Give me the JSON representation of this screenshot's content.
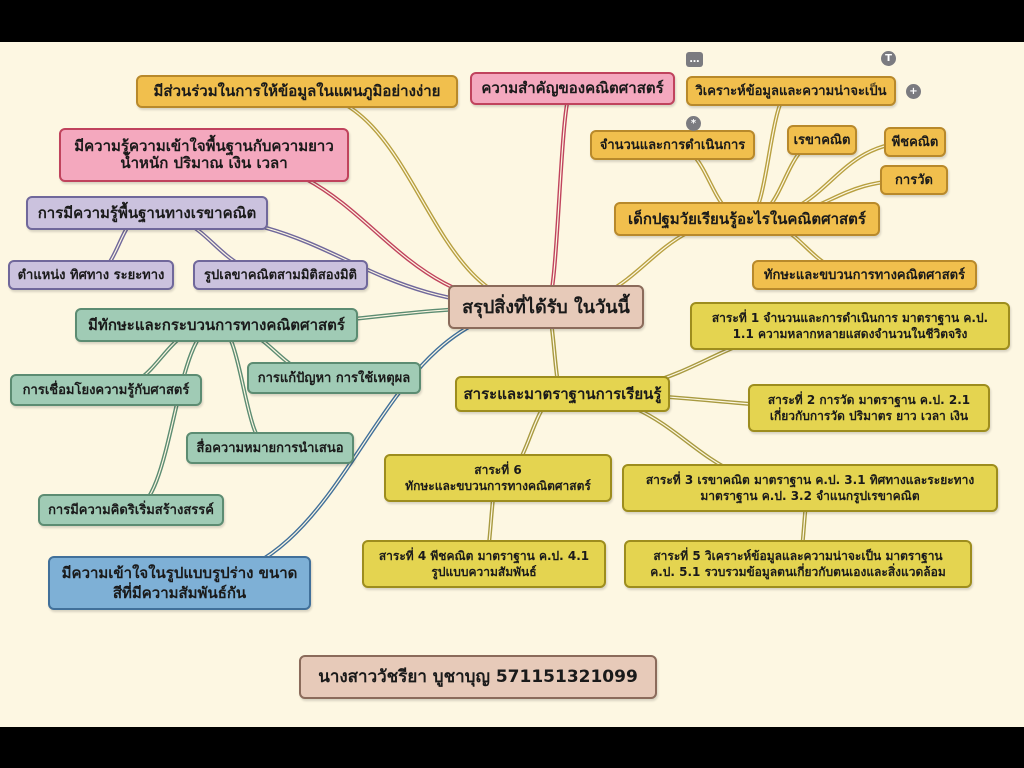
{
  "center": "สรุปสิ่งที่ได้รับ ในวันนี้",
  "author": "นางสาววัชรียา บูชาบุญ 571151321099",
  "branches": {
    "chart_participation": "มีส่วนร่วมในการให้ข้อมูลในแผนภูมิอย่างง่าย",
    "importance": "ความสำคัญของคณิตศาสตร์",
    "measurement_knowledge": "มีความรู้ความเข้าใจพื้นฐานกับความยาว\nน้ำหนัก ปริมาณ เงิน เวลา",
    "geometry_basics": {
      "label": "การมีความรู้พื้นฐานทางเรขาคณิต",
      "children": [
        "ตำแหน่ง ทิศทาง ระยะทาง",
        "รูปเลขาคณิตสามมิติสองมิติ"
      ]
    },
    "skills": {
      "label": "มีทักษะและกระบวนการทางคณิตศาสตร์",
      "children": [
        "การเชื่อมโยงความรู้กับศาสตร์",
        "การแก้ปัญหา การใช้เหตุผล",
        "สื่อความหมายการนำเสนอ",
        "การมีความคิดริเริ่มสร้างสรรค์"
      ]
    },
    "patterns": "มีความเข้าใจในรูปแบบรูปร่าง ขนาด\nสีที่มีความสัมพันธ์กัน",
    "early_childhood": {
      "label": "เด็กปฐมวัยเรียนรู้อะไรในคณิตศาสตร์",
      "children": [
        "จำนวนและการดำเนินการ",
        "วิเคราะห์ข้อมูลและความน่าจะเป็น",
        "เรขาคณิต",
        "พีชคณิต",
        "การวัด",
        "ทักษะและขบวนการทางคณิตศาสตร์"
      ]
    },
    "standards": {
      "label": "สาระและมาตราฐานการเรียนรู้",
      "children": [
        "สาระที่ 1 จำนวนและการดำเนินการ มาตราฐาน ค.ป.\n1.1 ความหลากหลายแสดงจำนวนในชีวิตจริง",
        "สาระที่ 2 การวัด มาตราฐาน ค.ป. 2.1\nเกี่ยวกับการวัด ปริมาตร ยาว เวลา เงิน",
        "สาระที่ 3 เรขาคณิต มาตราฐาน ค.ป. 3.1 ทิศทางและระยะทาง\nมาตราฐาน ค.ป. 3.2 จำแนกรูปเรขาคณิต",
        "สาระที่ 6\nทักษะและขบวนการทางคณิตศาสตร์",
        "สาระที่ 4 พีชคณิต มาตราฐาน ค.ป. 4.1\nรูปแบบความสัมพันธ์",
        "สาระที่ 5 วิเคราะห์ข้อมูลและความน่าจะเป็น มาตราฐาน\nค.ป. 5.1 รวบรวมข้อมูลตนเกี่ยวกับตนเองและสิ่งแวดล้อม"
      ]
    }
  },
  "toolbar_icons": {
    "more": "…",
    "text": "T",
    "add": "+",
    "star": "*"
  },
  "colors": {
    "orange": "#f1bf4d",
    "pink": "#f4a8be",
    "purple": "#cbc2de",
    "green": "#a0cbb5",
    "blue": "#7eb0d6",
    "yellow": "#e4d450",
    "center": "#e7cab9",
    "background": "#fdf7e2"
  }
}
